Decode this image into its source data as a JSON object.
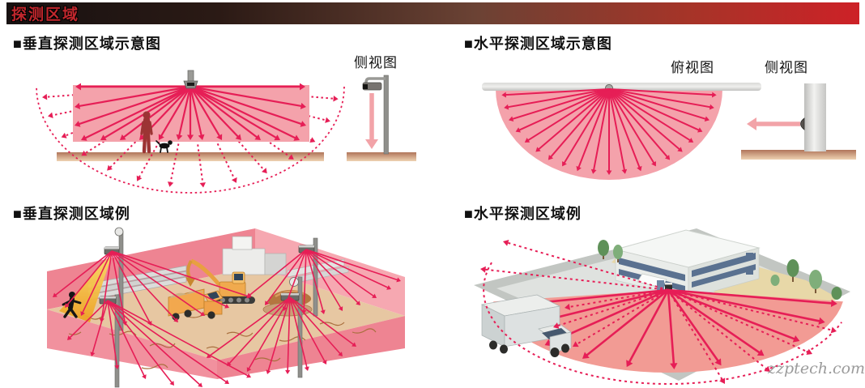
{
  "page_header": {
    "title": "探测区域"
  },
  "panels": {
    "vertical_schematic": {
      "heading": "■垂直探测区域示意图",
      "side_view_label": "侧视图"
    },
    "horizontal_schematic": {
      "heading": "■水平探测区域示意图",
      "top_view_label": "俯视图",
      "side_view_label": "侧视图"
    },
    "vertical_example": {
      "heading": "■垂直探测区域例"
    },
    "horizontal_example": {
      "heading": "■水平探测区域例"
    }
  },
  "watermark": "zzptech.com",
  "colors": {
    "header_gradient_start": "#171111",
    "header_gradient_end": "#cd2127",
    "header_title_red": "#c1272d",
    "beam_crimson": "#e61e56",
    "detection_pink": "#f4a2ab",
    "soft_arrow_pink": "#f2a3a8",
    "ground_tan": "#e9cba6",
    "spotlight_yellow": "#f6c437"
  }
}
